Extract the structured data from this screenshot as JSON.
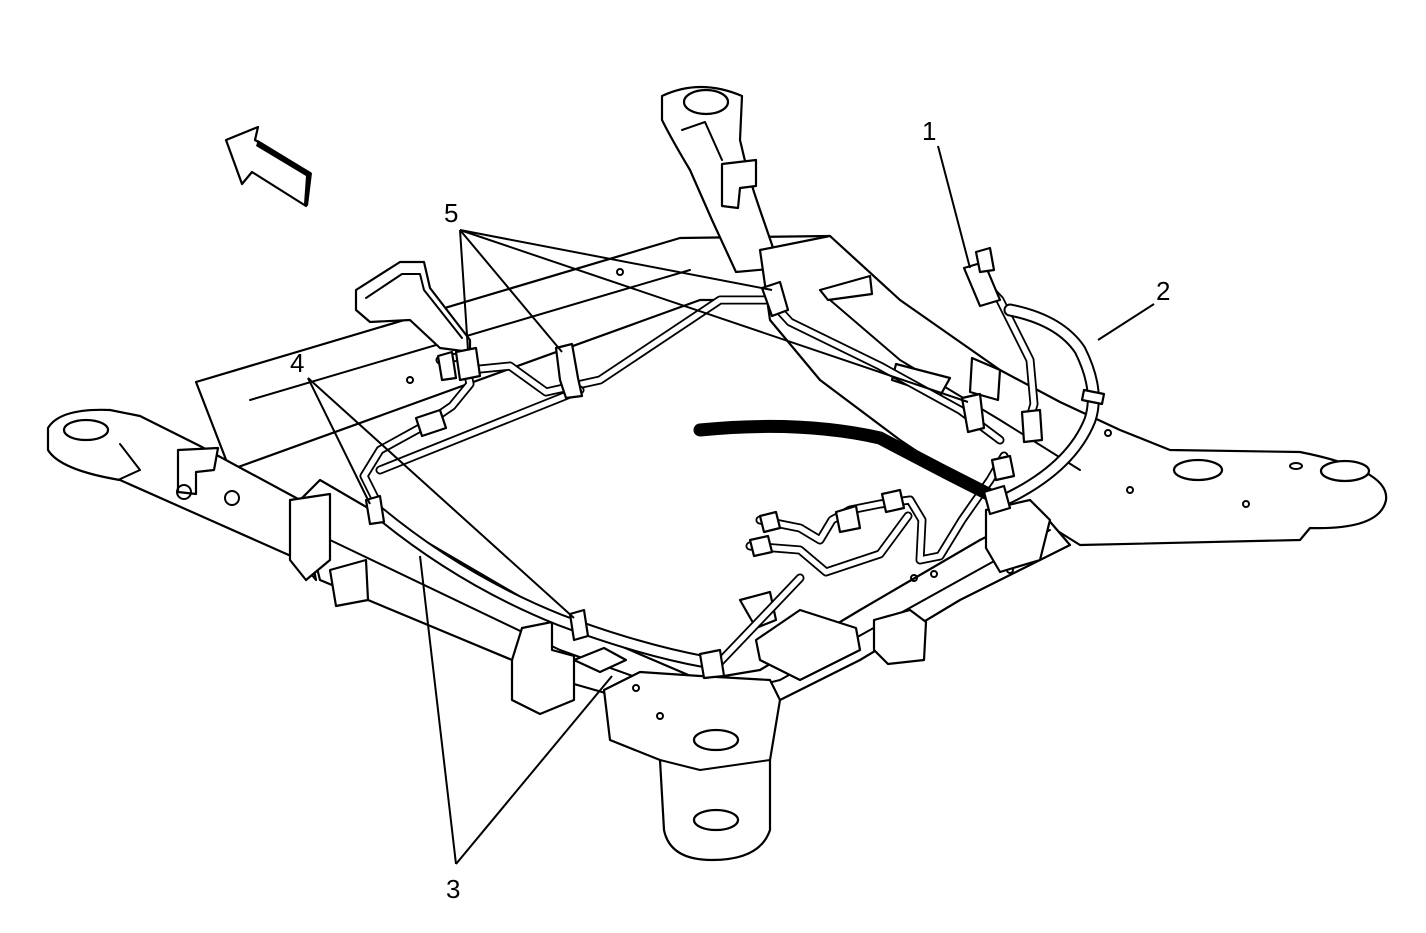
{
  "callouts": {
    "c1": "1",
    "c2": "2",
    "c3": "3",
    "c4": "4",
    "c5": "5"
  },
  "icons": {
    "direction_arrow": "front-direction-arrow-icon"
  },
  "colors": {
    "line": "#000000",
    "background": "#ffffff"
  }
}
